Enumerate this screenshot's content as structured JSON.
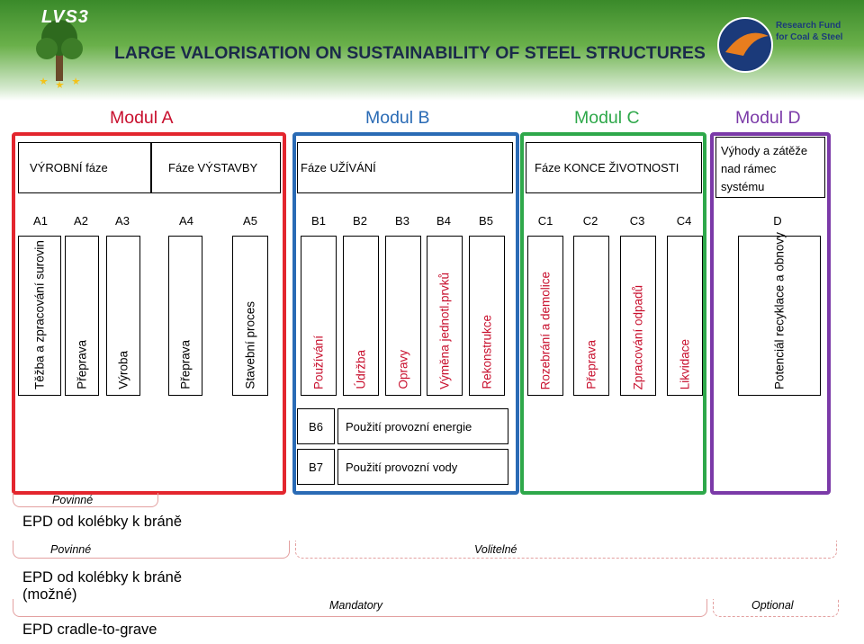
{
  "header": {
    "logo_text": "LVS3",
    "title": "LARGE VALORISATION ON SUSTAINABILITY OF STEEL STRUCTURES",
    "rfcs_line1": "Research Fund",
    "rfcs_line2": "for Coal & Steel"
  },
  "colors": {
    "modul_a": "#e3262e",
    "modul_b": "#2a6bb5",
    "modul_c": "#2ea84a",
    "modul_d": "#7b3aa8"
  },
  "modules": {
    "a": "Modul A",
    "b": "Modul B",
    "c": "Modul C",
    "d": "Modul D"
  },
  "phases": {
    "vyrobni": "VÝROBNÍ fáze",
    "vystavby": "Fáze VÝSTAVBY",
    "uzivani": "Fáze UŽÍVÁNÍ",
    "konec": "Fáze KONCE ŽIVOTNOSTI",
    "vyhody": "Výhody a zátěže nad rámec systému"
  },
  "codes": {
    "a1": "A1",
    "a2": "A2",
    "a3": "A3",
    "a4": "A4",
    "a5": "A5",
    "b1": "B1",
    "b2": "B2",
    "b3": "B3",
    "b4": "B4",
    "b5": "B5",
    "c1": "C1",
    "c2": "C2",
    "c3": "C3",
    "c4": "C4",
    "d": "D",
    "b6": "B6",
    "b7": "B7"
  },
  "stages": {
    "a1": "Těžba a zpracování surovin",
    "a2": "Přeprava",
    "a3": "Výroba",
    "a4": "Přeprava",
    "a5": "Stavební proces",
    "b1": "Používání",
    "b2": "Údržba",
    "b3": "Opravy",
    "b4": "Výměna jednotl.prvků",
    "b5": "Rekonstrukce",
    "c1": "Rozebrání a demolice",
    "c2": "Přeprava",
    "c3": "Zpracování odpadů",
    "c4": "Likvidace",
    "d": "Potenciál recyklace a obnovy"
  },
  "operational": {
    "b6": "Použití provozní energie",
    "b7": "Použití provozní vody"
  },
  "bottom": {
    "povinne_1": "Povinné",
    "epd_1": "EPD od kolébky k bráně",
    "povinne_2": "Povinné",
    "volitelne": "Volitelné",
    "epd_2": "EPD od kolébky k bráně (možné)",
    "mandatory": "Mandatory",
    "optional": "Optional",
    "epd_3": "EPD cradle-to-grave"
  }
}
